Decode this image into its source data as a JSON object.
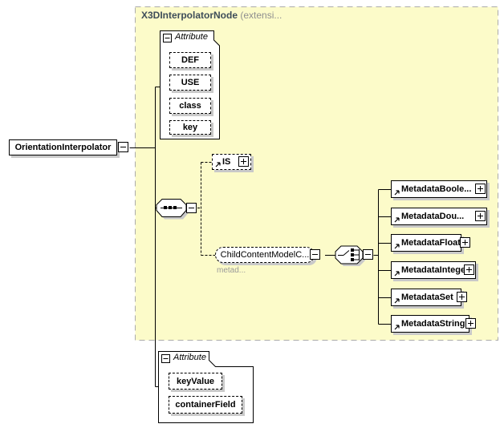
{
  "region": {
    "title": "X3DInterpolatorNode",
    "subtitle": "(extensi..."
  },
  "root_element": {
    "label": "OrientationInterpolator"
  },
  "attribute_groups": {
    "top": {
      "title": "Attribute",
      "items": [
        "DEF",
        "USE",
        "class",
        "key"
      ]
    },
    "bottom": {
      "title": "Attribute",
      "items": [
        "keyValue",
        "containerField"
      ]
    }
  },
  "is_element": {
    "label": "IS"
  },
  "child_content_model": {
    "label": "ChildContentModelC...",
    "annotation": "metad..."
  },
  "choice_children": [
    {
      "label": "MetadataBoole..."
    },
    {
      "label": "MetadataDou..."
    },
    {
      "label": "MetadataFloat"
    },
    {
      "label": "MetadataInteger"
    },
    {
      "label": "MetadataSet"
    },
    {
      "label": "MetadataString"
    }
  ],
  "connectors": {
    "sequence": "sequence-connector",
    "choice": "choice-connector"
  },
  "icons": {
    "collapse": "minus",
    "expand": "plus",
    "reference": "northeast-arrow"
  },
  "colors": {
    "region_fill": "#FCFBC9",
    "region_border": "#ABABAB",
    "shadow": "#C9C9C9",
    "line": "#000000",
    "title_text": "#3E4D59",
    "muted_text": "#8F8F8F"
  }
}
